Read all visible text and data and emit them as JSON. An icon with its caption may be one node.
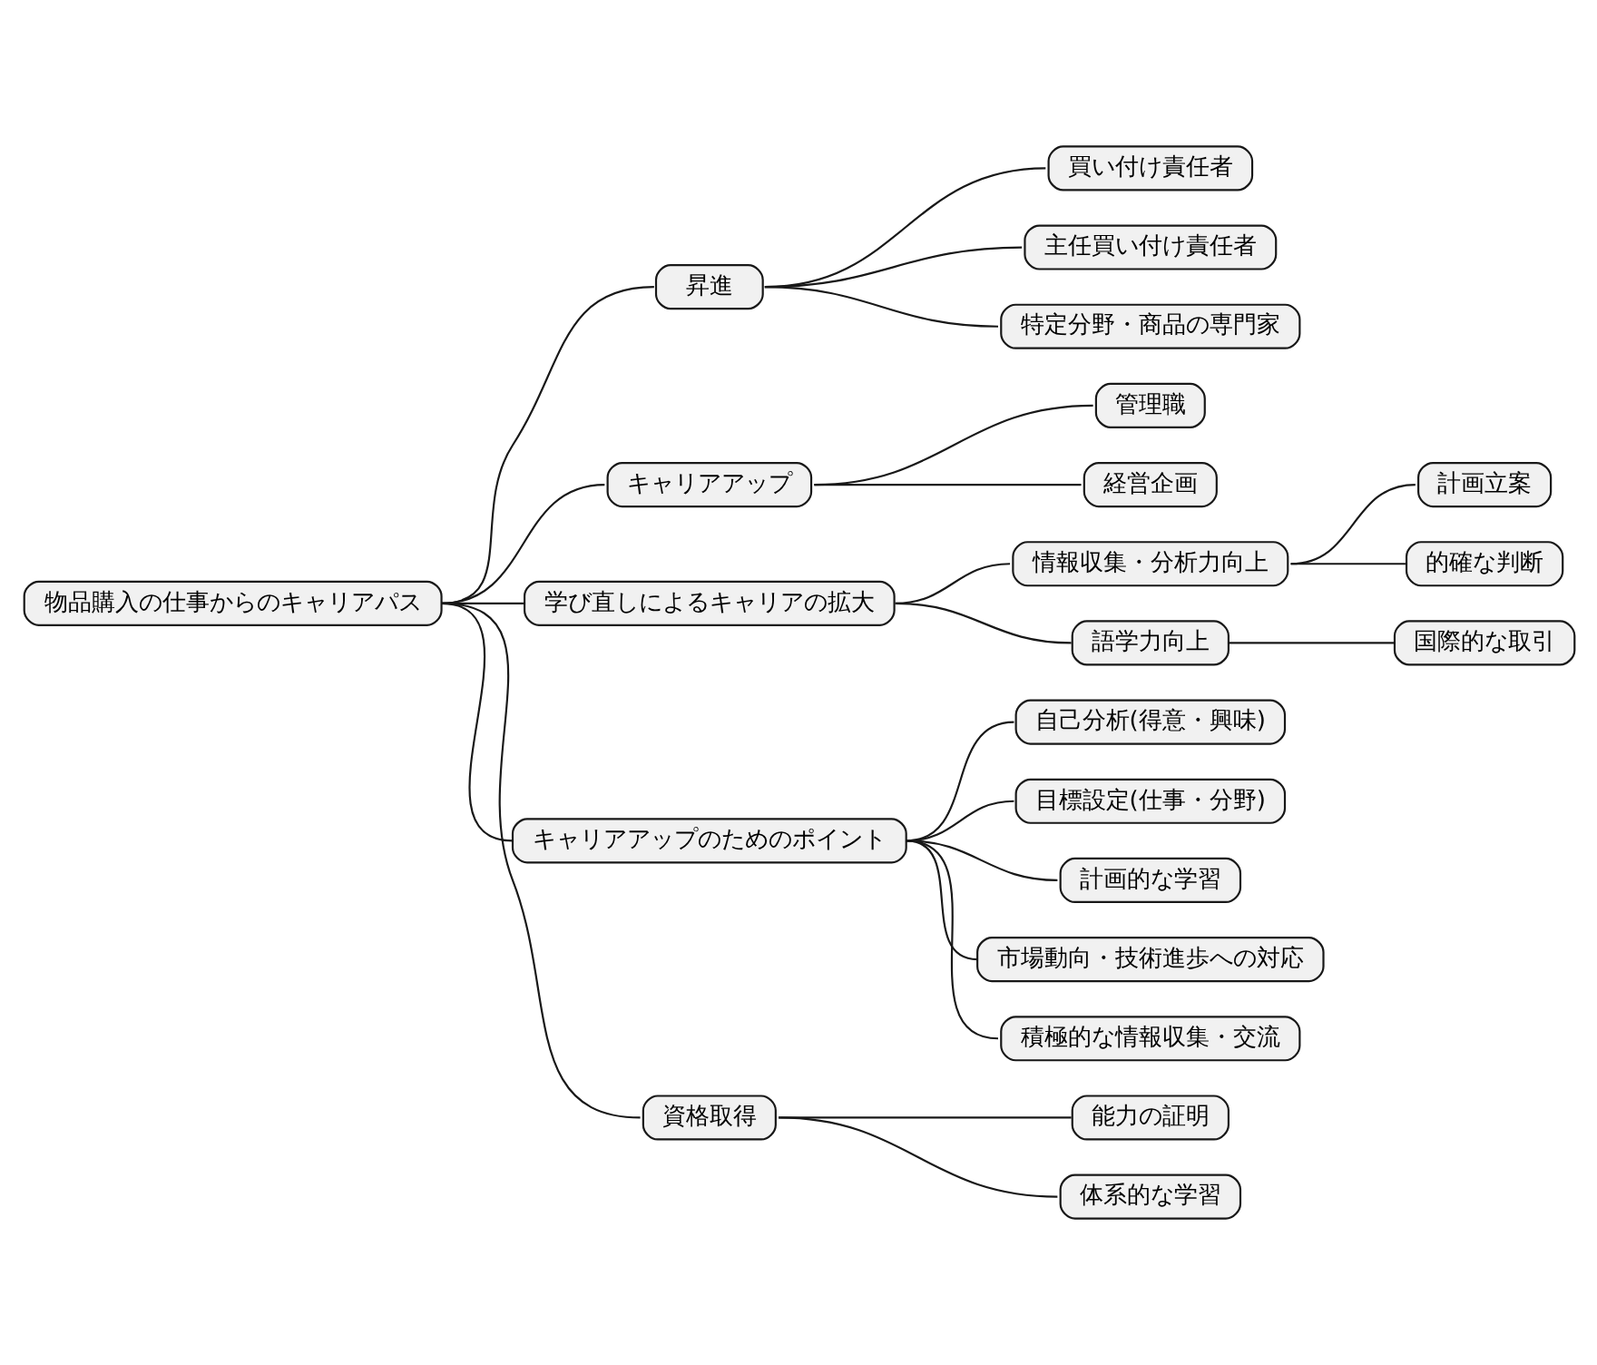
{
  "diagram": {
    "nodes": [
      {
        "text": [
          "物品購入の仕事からのキャリアパス"
        ]
      },
      {
        "text": [
          "昇進"
        ]
      },
      {
        "text": [
          "買い付け責任者"
        ]
      },
      {
        "text": [
          "主任買い付け責任者"
        ]
      },
      {
        "text": [
          "特定分野・商品の専門家"
        ]
      },
      {
        "text": [
          "キャリアアップ"
        ]
      },
      {
        "text": [
          "管理職"
        ]
      },
      {
        "text": [
          "経営企画"
        ]
      },
      {
        "text": [
          "学び直しによるキャリアの拡大"
        ]
      },
      {
        "text": [
          "情報収集・分析力向上"
        ]
      },
      {
        "text": [
          "計画立案"
        ]
      },
      {
        "text": [
          "的確な判断"
        ]
      },
      {
        "text": [
          "語学力向上"
        ]
      },
      {
        "text": [
          "国際的な取引"
        ]
      },
      {
        "text": [
          "キャリアアップのためのポイント"
        ]
      },
      {
        "text": [
          "自己分析(得意・興味)"
        ]
      },
      {
        "text": [
          "目標設定(仕事・分野)"
        ]
      },
      {
        "text": [
          "計画的な学習"
        ]
      },
      {
        "text": [
          "市場動向・技術進歩への対応"
        ]
      },
      {
        "text": [
          "積極的な情報収集・交流"
        ]
      },
      {
        "text": [
          "資格取得"
        ]
      },
      {
        "text": [
          "能力の証明"
        ]
      },
      {
        "text": [
          "体系的な学習"
        ]
      }
    ],
    "edges": [
      {
        "from": 0,
        "to": 1,
        "arrow": "none"
      },
      {
        "from": 1,
        "to": 2,
        "arrow": "none"
      },
      {
        "from": 1,
        "to": 3,
        "arrow": "none"
      },
      {
        "from": 1,
        "to": 4,
        "arrow": "none"
      },
      {
        "from": 0,
        "to": 5,
        "arrow": "none"
      },
      {
        "from": 5,
        "to": 6,
        "arrow": "none"
      },
      {
        "from": 5,
        "to": 7,
        "arrow": "none"
      },
      {
        "from": 0,
        "to": 8,
        "arrow": "none"
      },
      {
        "from": 8,
        "to": 9,
        "arrow": "none"
      },
      {
        "from": 9,
        "to": 10,
        "arrow": "none"
      },
      {
        "from": 9,
        "to": 11,
        "arrow": "none"
      },
      {
        "from": 8,
        "to": 12,
        "arrow": "none"
      },
      {
        "from": 12,
        "to": 13,
        "arrow": "none"
      },
      {
        "from": 0,
        "to": 14,
        "arrow": "none"
      },
      {
        "from": 14,
        "to": 15,
        "arrow": "none"
      },
      {
        "from": 14,
        "to": 16,
        "arrow": "none"
      },
      {
        "from": 14,
        "to": 17,
        "arrow": "none"
      },
      {
        "from": 14,
        "to": 18,
        "arrow": "none"
      },
      {
        "from": 14,
        "to": 19,
        "arrow": "none"
      },
      {
        "from": 0,
        "to": 20,
        "arrow": "none"
      },
      {
        "from": 20,
        "to": 21,
        "arrow": "none"
      },
      {
        "from": 20,
        "to": 22,
        "arrow": "none"
      }
    ]
  }
}
